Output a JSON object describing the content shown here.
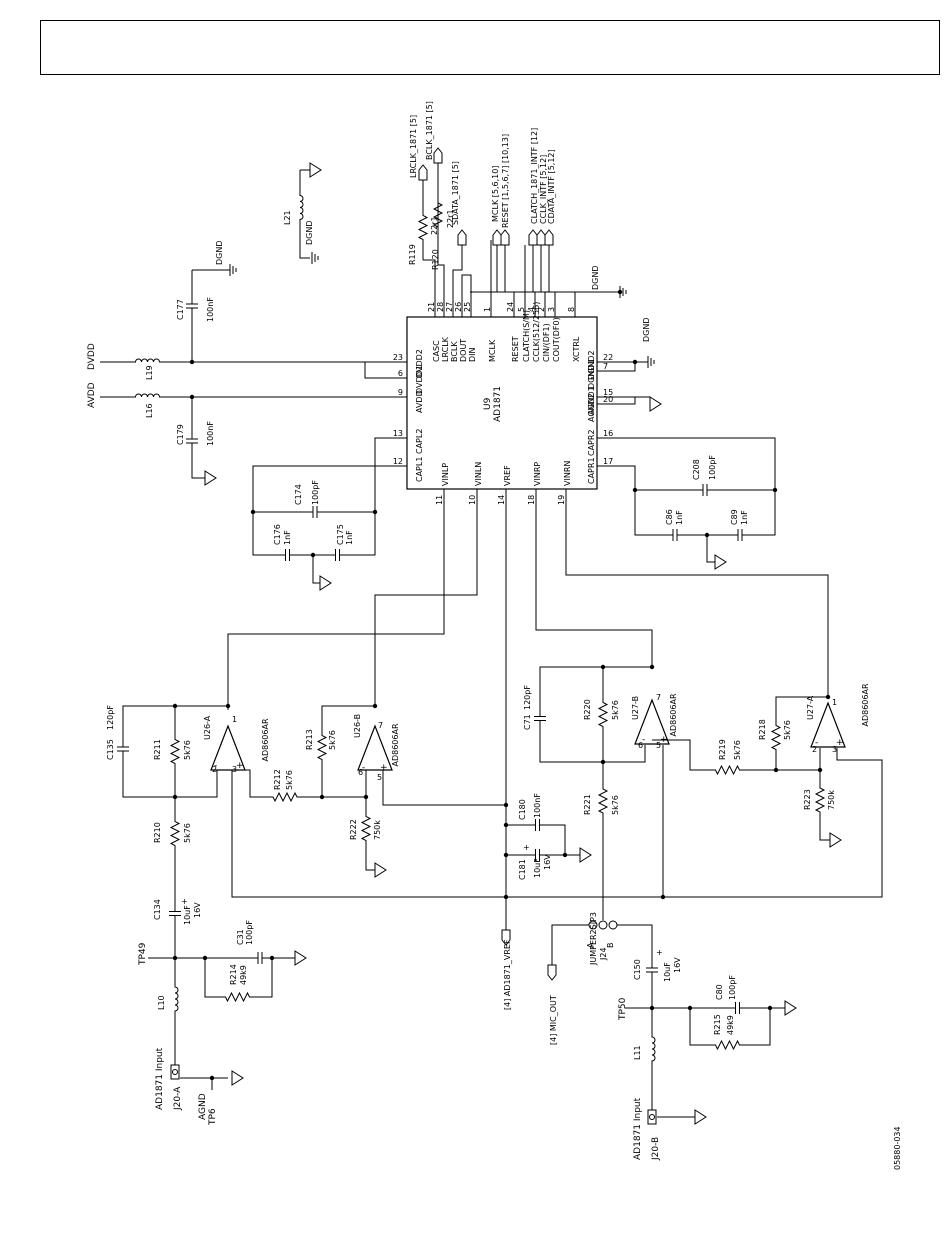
{
  "figure_id": "05880-034",
  "ic": {
    "ref": "U9",
    "part": "AD1871",
    "pins_left": [
      {
        "num": "23",
        "name": "DVDD2"
      },
      {
        "num": "6",
        "name": "DVDD1"
      },
      {
        "num": "9",
        "name": "AVDD"
      },
      {
        "num": "13",
        "name": "CAPL2"
      },
      {
        "num": "12",
        "name": "CAPL1"
      }
    ],
    "pins_top": [
      {
        "num": "21",
        "name": "CASC"
      },
      {
        "num": "28",
        "name": "LRCLK"
      },
      {
        "num": "27",
        "name": "BCLK"
      },
      {
        "num": "26",
        "name": "DOUT"
      },
      {
        "num": "25",
        "name": "DIN"
      },
      {
        "num": "1",
        "name": "MCLK"
      },
      {
        "num": "24",
        "name": "RESET"
      },
      {
        "num": "5",
        "name": "CLATCH(S/M)"
      },
      {
        "num": "4",
        "name": "CCLK(512/256)"
      },
      {
        "num": "2",
        "name": "CIN/(DF1)"
      },
      {
        "num": "3",
        "name": "COUT(DF0)"
      },
      {
        "num": "8",
        "name": "XCTRL"
      }
    ],
    "pins_right": [
      {
        "num": "22",
        "name": "DGND2"
      },
      {
        "num": "7",
        "name": "DGND1"
      },
      {
        "num": "15",
        "name": "AGND1"
      },
      {
        "num": "20",
        "name": "AGND2"
      },
      {
        "num": "16",
        "name": "CAPR2"
      },
      {
        "num": "17",
        "name": "CAPR1"
      }
    ],
    "pins_bottom": [
      {
        "num": "11",
        "name": "VINLP"
      },
      {
        "num": "10",
        "name": "VINLN"
      },
      {
        "num": "14",
        "name": "VREF"
      },
      {
        "num": "18",
        "name": "VINRP"
      },
      {
        "num": "19",
        "name": "VINRN"
      }
    ]
  },
  "nets": {
    "lrclk": "LRCLK_1871 [5]",
    "bclk": "BCLK_1871 [5]",
    "sdata": "SDATA_1871 [5]",
    "mclk": "MCLK [5,6,10]",
    "reset": "RESET [1,5,6,7] [10,13]",
    "clatch": "CLATCH_1871_INTF [12]",
    "cclk": "CCLK_INTF [5,12]",
    "cdata": "CDATA_INTF [5,12]",
    "dvdd": "DVDD",
    "avdd": "AVDD",
    "dgnd": "DGND",
    "agnd": "AGND",
    "vref_out": "[4] AD1871_VREF",
    "mic_out": "[4] MIC_OUT"
  },
  "components": {
    "R119": {
      "ref": "R119",
      "val": "22r1"
    },
    "R120": {
      "ref": "R120",
      "val": "22r1"
    },
    "L21": {
      "ref": "L21"
    },
    "L19": {
      "ref": "L19"
    },
    "L16": {
      "ref": "L16"
    },
    "L10": {
      "ref": "L10"
    },
    "L11": {
      "ref": "L11"
    },
    "C177": {
      "ref": "C177",
      "val": "100nF"
    },
    "C179": {
      "ref": "C179",
      "val": "100nF"
    },
    "C174": {
      "ref": "C174",
      "val": "100pF"
    },
    "C176": {
      "ref": "C176",
      "val": "1nF"
    },
    "C175": {
      "ref": "C175",
      "val": "1nF"
    },
    "C208": {
      "ref": "C208",
      "val": "100pF"
    },
    "C86": {
      "ref": "C86",
      "val": "1nF"
    },
    "C89": {
      "ref": "C89",
      "val": "1nF"
    },
    "C135": {
      "ref": "C135",
      "val": "120pF"
    },
    "R211": {
      "ref": "R211",
      "val": "5k76"
    },
    "R210": {
      "ref": "R210",
      "val": "5k76"
    },
    "C134": {
      "ref": "C134",
      "val": "10uF",
      "v": "16V"
    },
    "C31": {
      "ref": "C31",
      "val": "100pF"
    },
    "R214": {
      "ref": "R214",
      "val": "49k9"
    },
    "U26A": {
      "ref": "U26-A",
      "part": "AD8606AR"
    },
    "U26B": {
      "ref": "U26-B",
      "part": "AD8606AR"
    },
    "R212": {
      "ref": "R212",
      "val": "5k76"
    },
    "R213": {
      "ref": "R213",
      "val": "5k76"
    },
    "R222": {
      "ref": "R222",
      "val": "750k"
    },
    "C180": {
      "ref": "C180",
      "val": "100nF"
    },
    "C181": {
      "ref": "C181",
      "val": "10uF",
      "v": "16V"
    },
    "C71": {
      "ref": "C71",
      "val": "120pF"
    },
    "R220": {
      "ref": "R220",
      "val": "5k76"
    },
    "R221": {
      "ref": "R221",
      "val": "5k76"
    },
    "U27B": {
      "ref": "U27-B",
      "part": "AD8606AR"
    },
    "U27A": {
      "ref": "U27-A",
      "part": "AD8606AR"
    },
    "R218": {
      "ref": "R218",
      "val": "5k76"
    },
    "R219": {
      "ref": "R219",
      "val": "5k76"
    },
    "R223": {
      "ref": "R223",
      "val": "750k"
    },
    "J24": {
      "ref": "J24",
      "part": "JUMPER2SIP3"
    },
    "C150": {
      "ref": "C150",
      "val": "10uF",
      "v": "16V"
    },
    "C80": {
      "ref": "C80",
      "val": "100pF"
    },
    "R215": {
      "ref": "R215",
      "val": "49k9"
    },
    "J20A": {
      "ref": "J20-A",
      "label": "AD1871 Input"
    },
    "J20B": {
      "ref": "J20-B",
      "label": "AD1871 Input"
    },
    "TP49": {
      "ref": "TP49"
    },
    "TP50": {
      "ref": "TP50"
    },
    "TP6": {
      "ref": "TP6",
      "label": "AGND"
    }
  }
}
